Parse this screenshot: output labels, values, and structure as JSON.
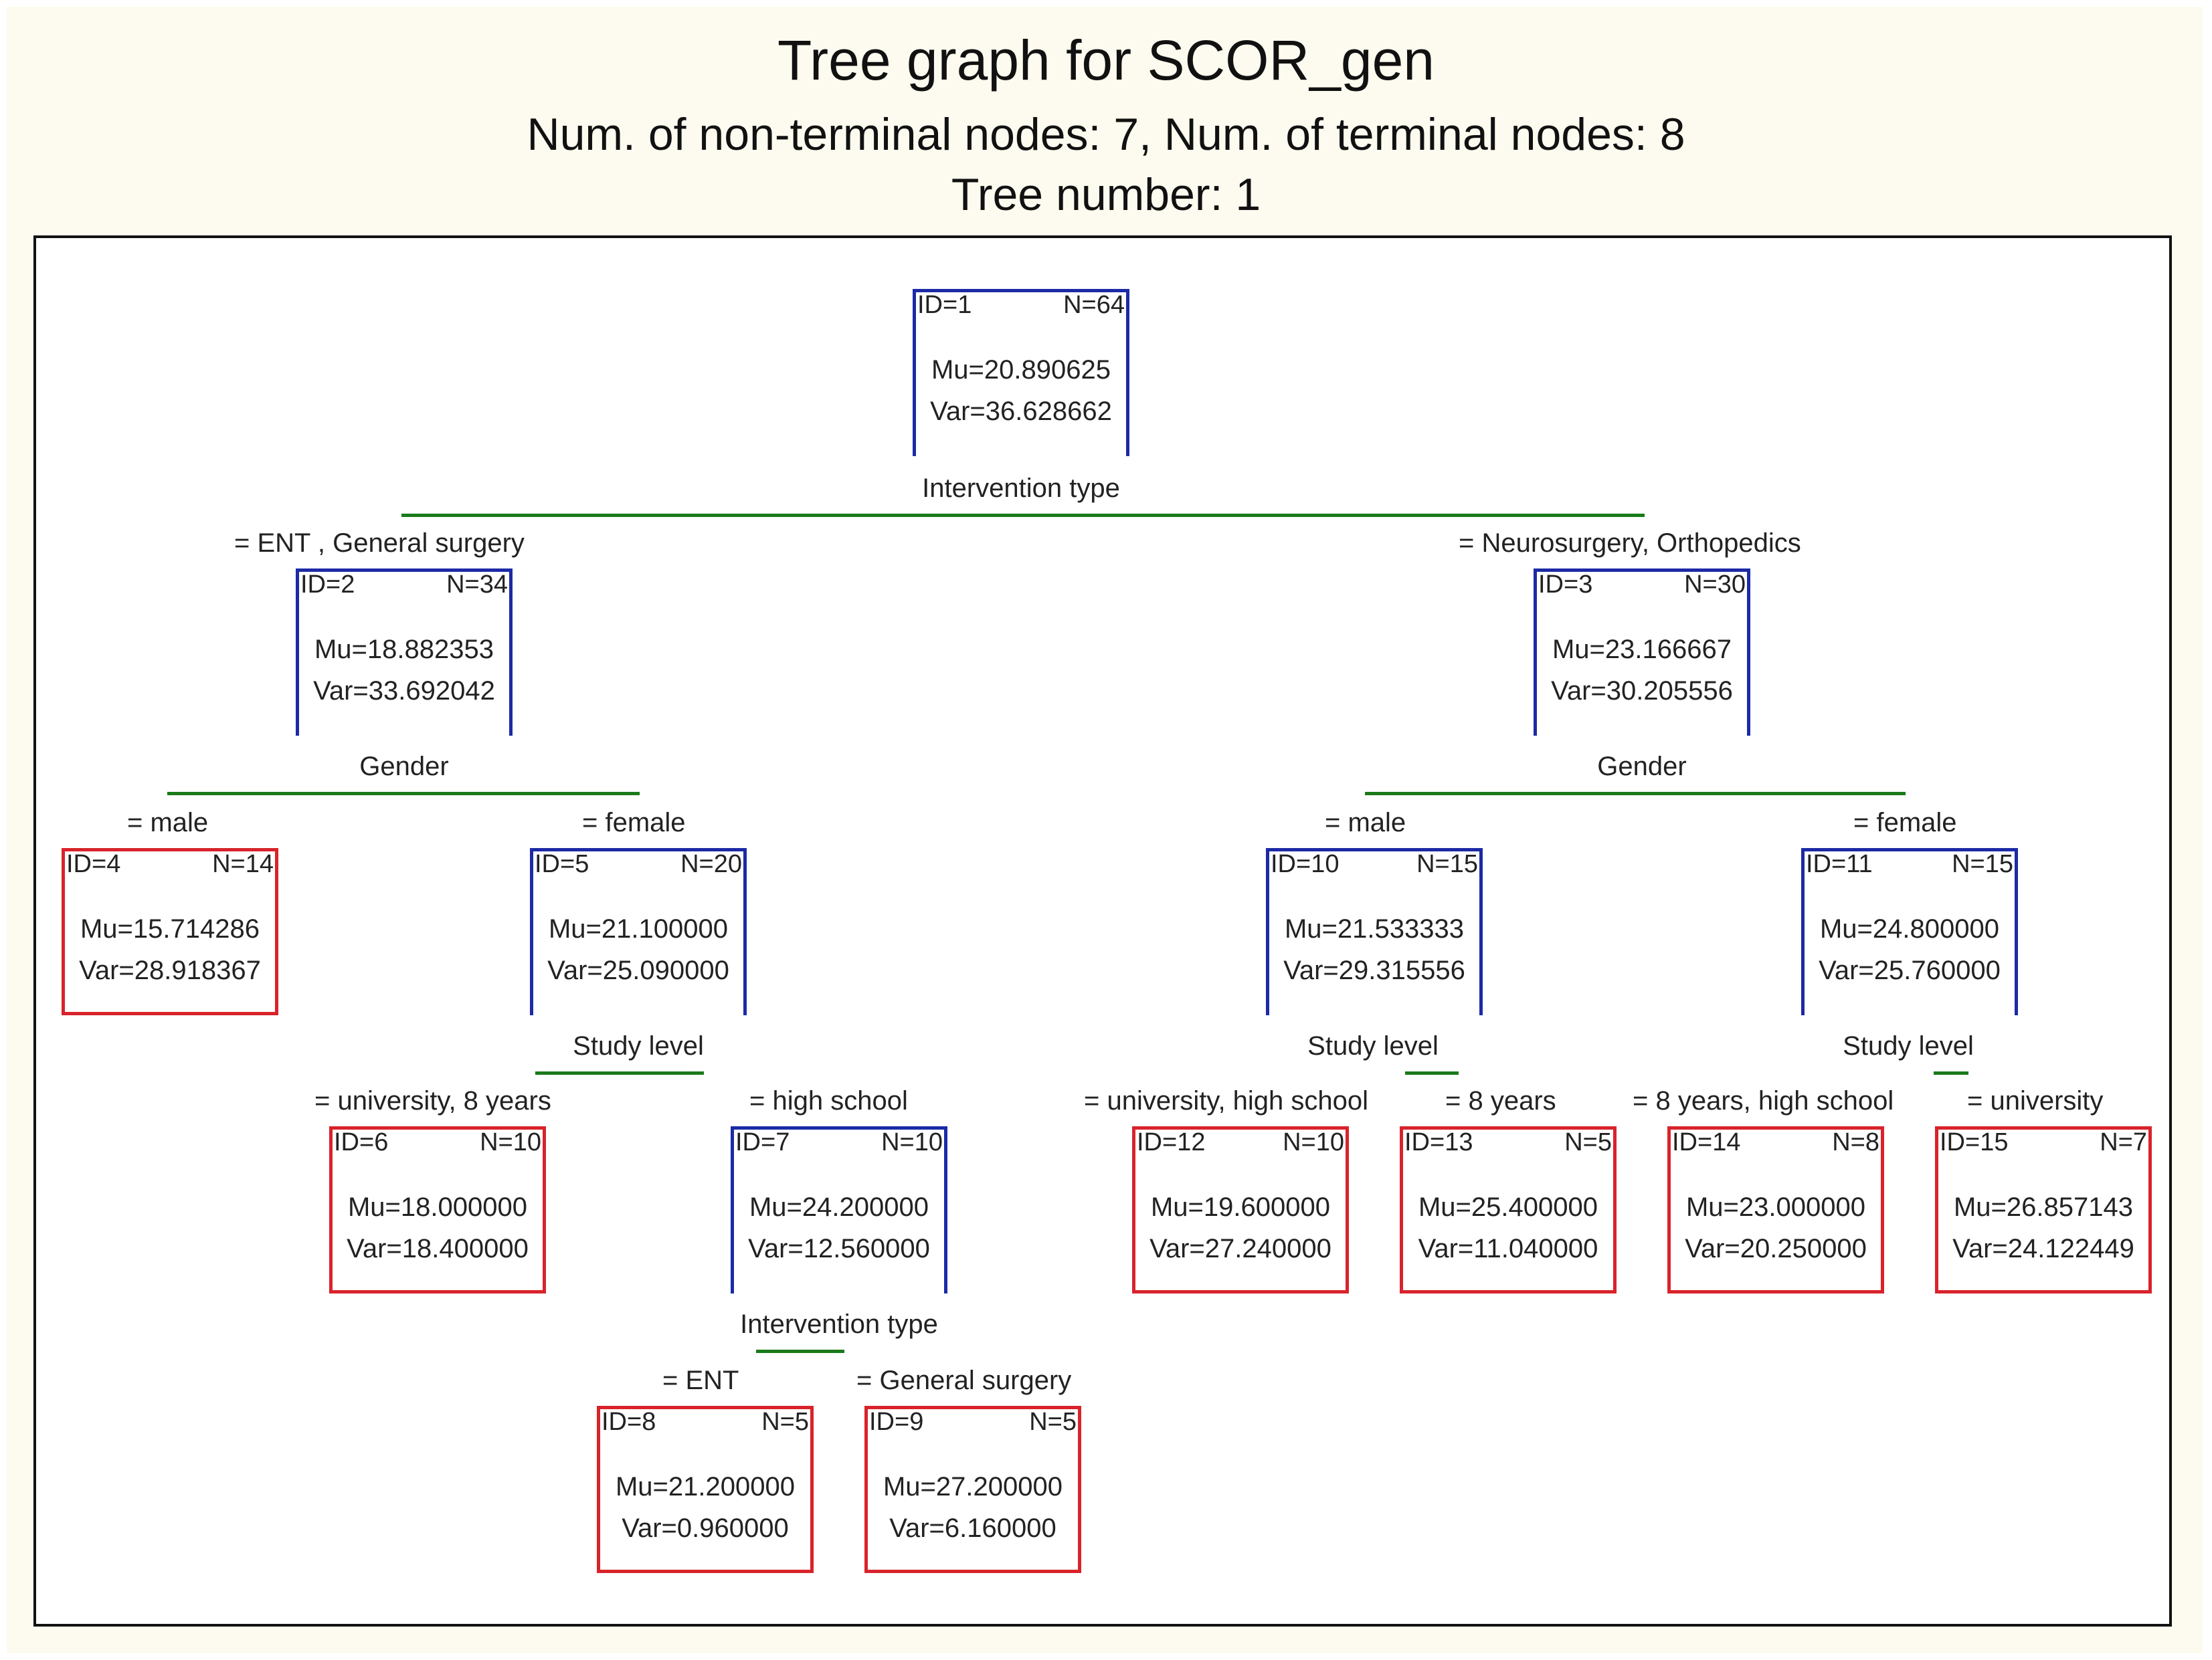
{
  "title": "Tree graph for SCOR_gen",
  "subtitle": "Num. of non-terminal nodes: 7,  Num. of terminal nodes: 8",
  "tree_number": "Tree number: 1",
  "nodes": [
    {
      "id": "ID=1",
      "n": "N=64",
      "mu": "Mu=20.890625",
      "var": "Var=36.628662",
      "terminal": false
    },
    {
      "id": "ID=2",
      "n": "N=34",
      "mu": "Mu=18.882353",
      "var": "Var=33.692042",
      "terminal": false
    },
    {
      "id": "ID=3",
      "n": "N=30",
      "mu": "Mu=23.166667",
      "var": "Var=30.205556",
      "terminal": false
    },
    {
      "id": "ID=4",
      "n": "N=14",
      "mu": "Mu=15.714286",
      "var": "Var=28.918367",
      "terminal": true
    },
    {
      "id": "ID=5",
      "n": "N=20",
      "mu": "Mu=21.100000",
      "var": "Var=25.090000",
      "terminal": false
    },
    {
      "id": "ID=10",
      "n": "N=15",
      "mu": "Mu=21.533333",
      "var": "Var=29.315556",
      "terminal": false
    },
    {
      "id": "ID=11",
      "n": "N=15",
      "mu": "Mu=24.800000",
      "var": "Var=25.760000",
      "terminal": false
    },
    {
      "id": "ID=6",
      "n": "N=10",
      "mu": "Mu=18.000000",
      "var": "Var=18.400000",
      "terminal": true
    },
    {
      "id": "ID=7",
      "n": "N=10",
      "mu": "Mu=24.200000",
      "var": "Var=12.560000",
      "terminal": false
    },
    {
      "id": "ID=12",
      "n": "N=10",
      "mu": "Mu=19.600000",
      "var": "Var=27.240000",
      "terminal": true
    },
    {
      "id": "ID=13",
      "n": "N=5",
      "mu": "Mu=25.400000",
      "var": "Var=11.040000",
      "terminal": true
    },
    {
      "id": "ID=14",
      "n": "N=8",
      "mu": "Mu=23.000000",
      "var": "Var=20.250000",
      "terminal": true
    },
    {
      "id": "ID=15",
      "n": "N=7",
      "mu": "Mu=26.857143",
      "var": "Var=24.122449",
      "terminal": true
    },
    {
      "id": "ID=8",
      "n": "N=5",
      "mu": "Mu=21.200000",
      "var": "Var=0.960000",
      "terminal": true
    },
    {
      "id": "ID=9",
      "n": "N=5",
      "mu": "Mu=27.200000",
      "var": "Var=6.160000",
      "terminal": true
    }
  ],
  "split_vars": [
    "Intervention type",
    "Gender",
    "Gender",
    "Study level",
    "Study level",
    "Study level",
    "Intervention type"
  ],
  "edges": [
    "= ENT      , General surgery",
    "= Neurosurgery, Orthopedics",
    "= male",
    "= female",
    "= male",
    "= female",
    "= university, 8 years",
    "= high school",
    "= university, high school",
    "= 8 years",
    "= 8 years, high school",
    "= university",
    "= ENT",
    "= General surgery"
  ],
  "colors": {
    "nonterminal_border": "#1c2aa6",
    "terminal_border": "#d9232b",
    "split_line": "#1a7a1a",
    "background": "#fdfbef"
  }
}
